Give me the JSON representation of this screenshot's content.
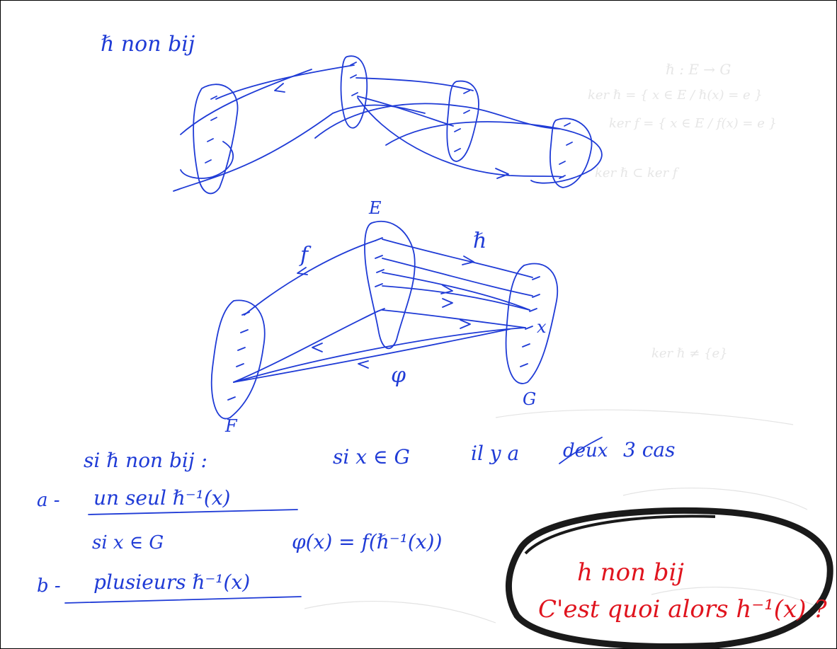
{
  "diagram_top": {
    "title": "ℏ non bij"
  },
  "diagram_main": {
    "set_e": "E",
    "set_f": "F",
    "set_g": "G",
    "map_f": "f",
    "map_h": "ℏ",
    "map_phi": "φ",
    "x_label": "x"
  },
  "text": {
    "line1_a": "si ℏ non bij :",
    "line1_b": "si x ∈ G",
    "line1_c": "il y a",
    "line1_struck": "deux",
    "line1_d": "3 cas",
    "case_a_prefix": "a -",
    "case_a": "un seul ℏ⁻¹(x)",
    "case_a_cond": "si x ∈ G",
    "case_a_formula": "φ(x) = f(ℏ⁻¹(x))",
    "case_b_prefix": "b -",
    "case_b": "plusieurs ℏ⁻¹(x)"
  },
  "note": {
    "line1": "h non bij",
    "line2": "C'est quoi alors h⁻¹(x) ?"
  },
  "colors": {
    "ink_blue": "#1f3bd6",
    "ink_red": "#e0141e",
    "marker_black": "#1a1a1a"
  }
}
